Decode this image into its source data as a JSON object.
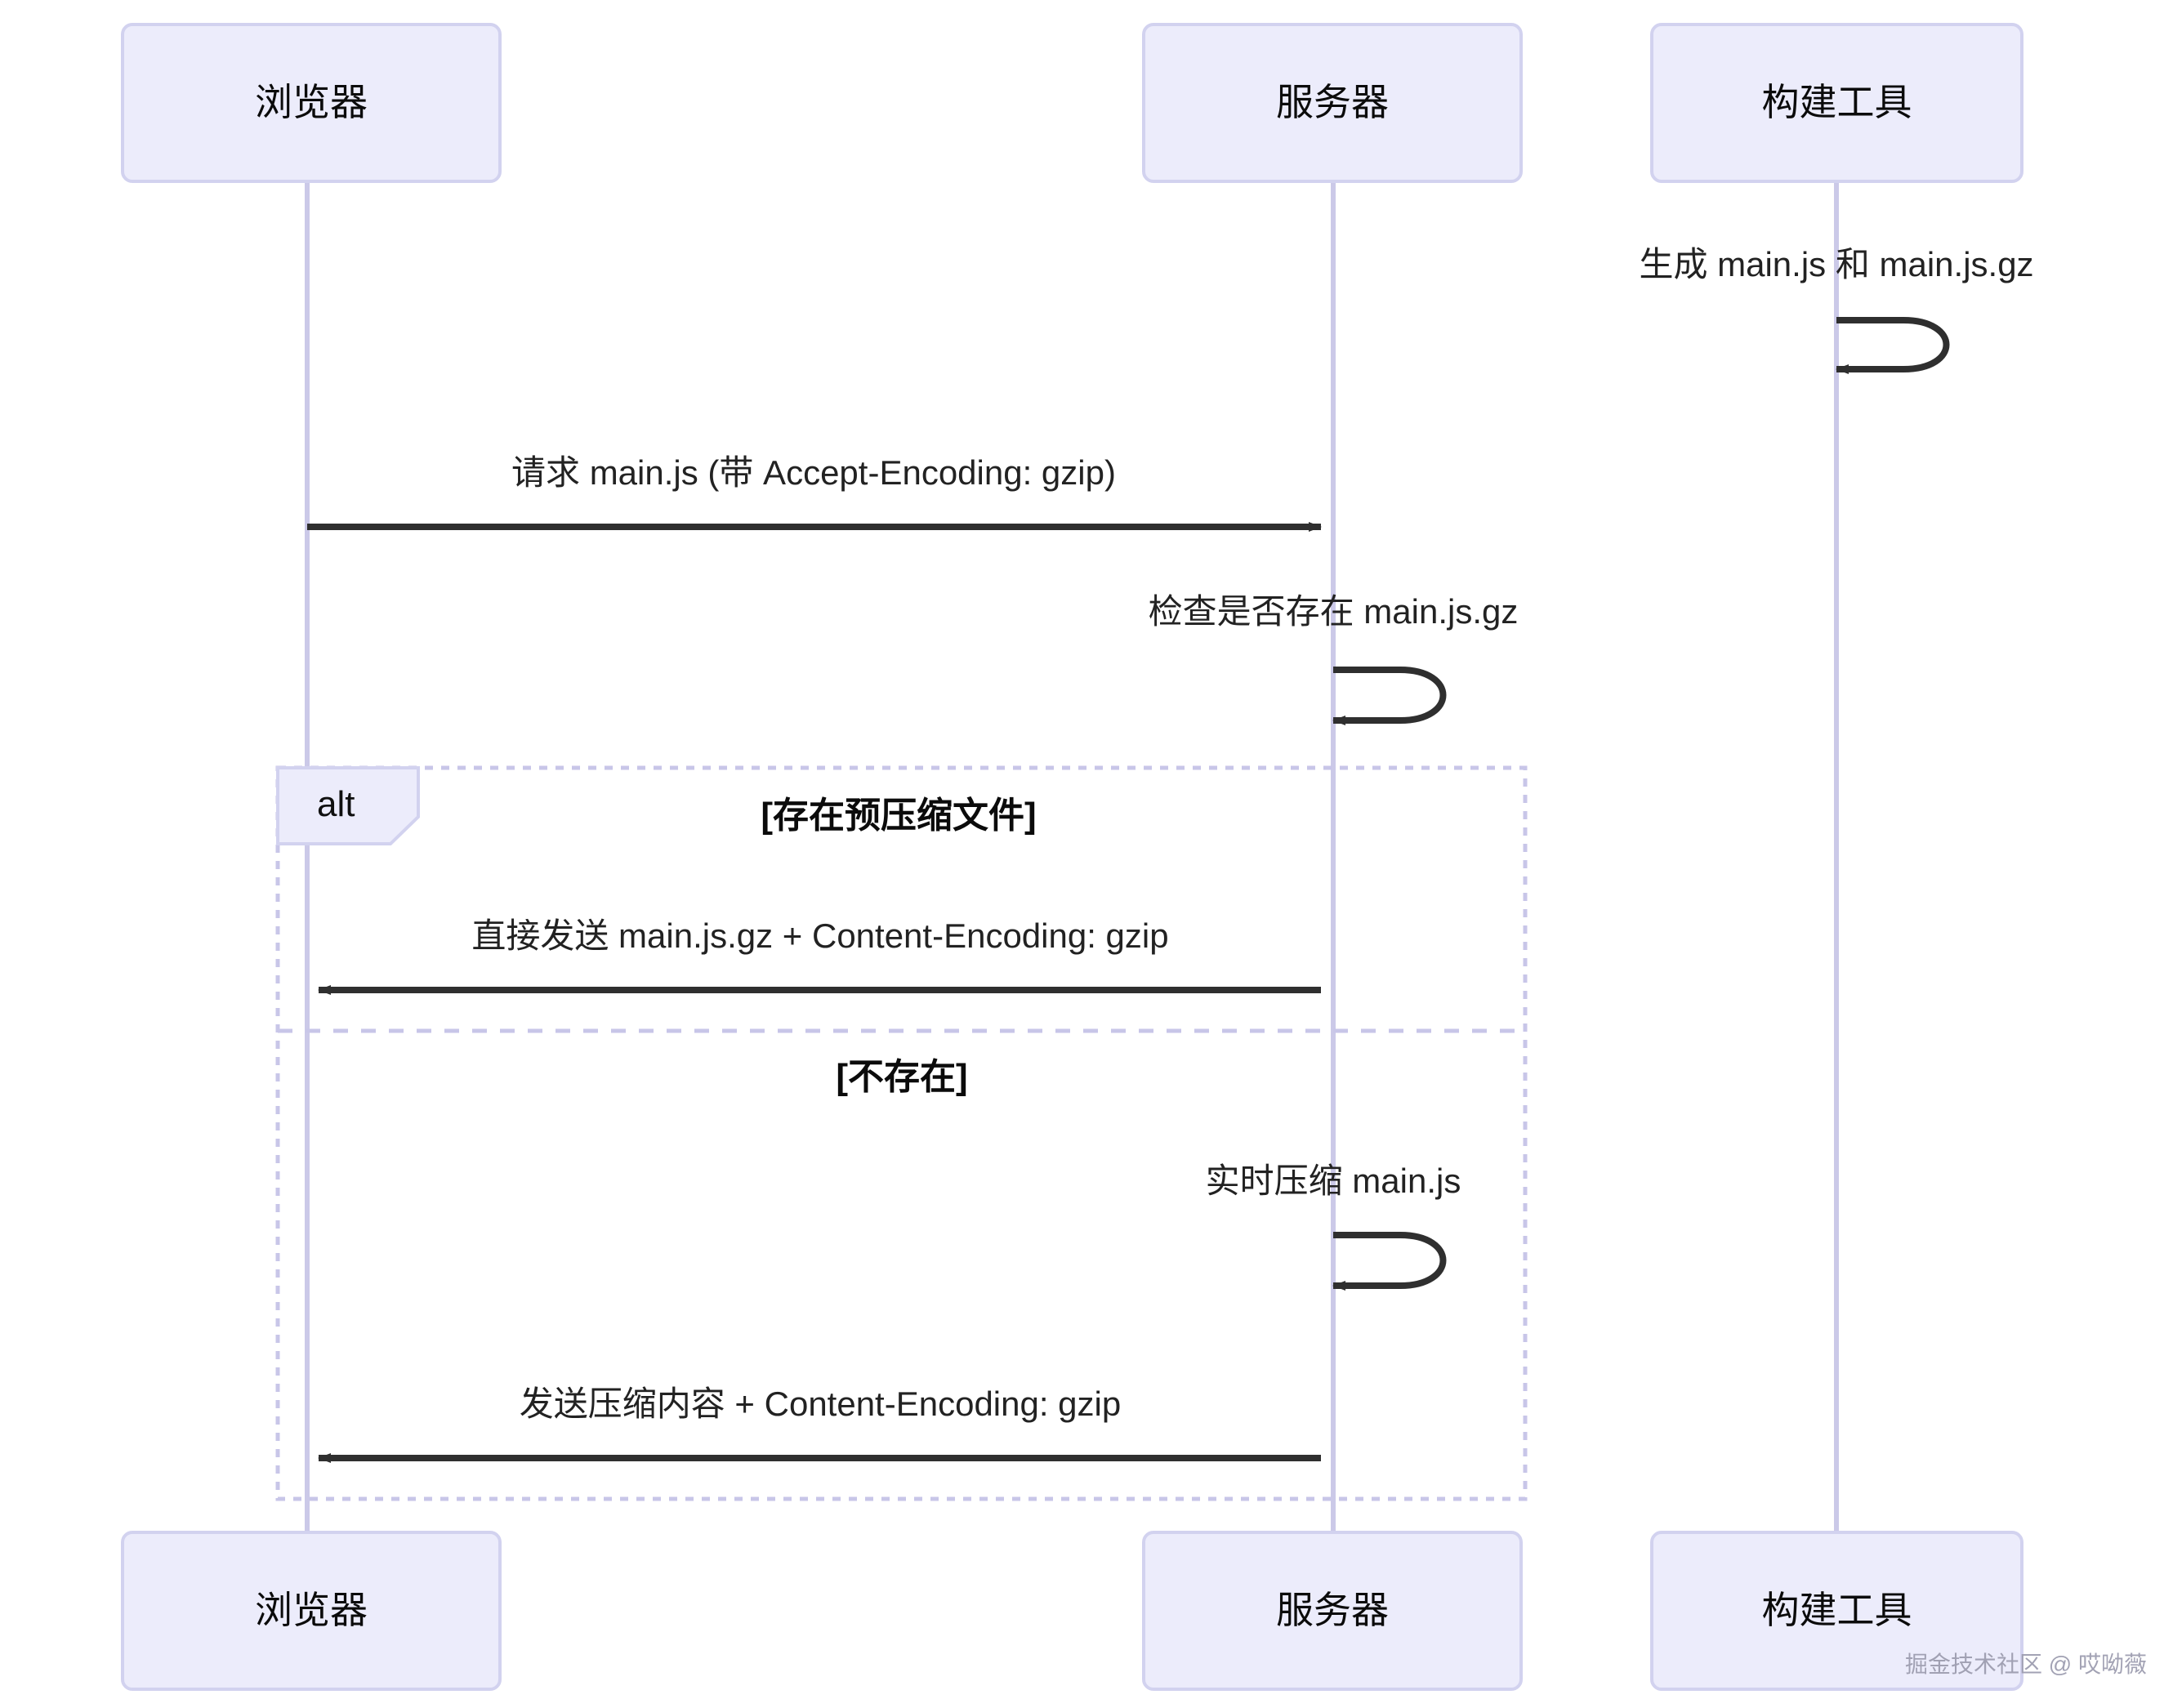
{
  "diagram": {
    "type": "sequence-diagram",
    "title": "",
    "colors": {
      "participant_fill": "#ECECFB",
      "participant_stroke": "#D2D2EF",
      "lifeline_stroke": "#CBC9E8",
      "message_stroke": "#333333",
      "alt_box_stroke": "#C8C6E8",
      "alt_tag_fill": "#ECECFB",
      "text": "#111111",
      "watermark": "#9E9EB0",
      "background": "#FFFFFF"
    },
    "participants": [
      {
        "id": "browser",
        "label": "浏览器"
      },
      {
        "id": "server",
        "label": "服务器"
      },
      {
        "id": "buildtool",
        "label": "构建工具"
      }
    ],
    "messages": [
      {
        "id": "m1",
        "from": "buildtool",
        "to": "buildtool",
        "kind": "self-loop",
        "label": "生成 main.js 和 main.js.gz"
      },
      {
        "id": "m2",
        "from": "browser",
        "to": "server",
        "kind": "solid-arrow",
        "label": "请求 main.js (带 Accept-Encoding: gzip)"
      },
      {
        "id": "m3",
        "from": "server",
        "to": "server",
        "kind": "self-loop",
        "label": "检查是否存在 main.js.gz"
      },
      {
        "id": "m4",
        "from": "server",
        "to": "browser",
        "kind": "solid-arrow",
        "label": "直接发送 main.js.gz + Content-Encoding: gzip"
      },
      {
        "id": "m5",
        "from": "server",
        "to": "server",
        "kind": "self-loop",
        "label": "实时压缩 main.js"
      },
      {
        "id": "m6",
        "from": "server",
        "to": "browser",
        "kind": "solid-arrow",
        "label": "发送压缩内容 + Content-Encoding: gzip"
      }
    ],
    "fragment": {
      "tag": "alt",
      "branches": [
        {
          "condition": "[存在预压缩文件]"
        },
        {
          "condition": "[不存在]"
        }
      ]
    },
    "watermark": "掘金技术社区 @ 哎呦薇"
  }
}
